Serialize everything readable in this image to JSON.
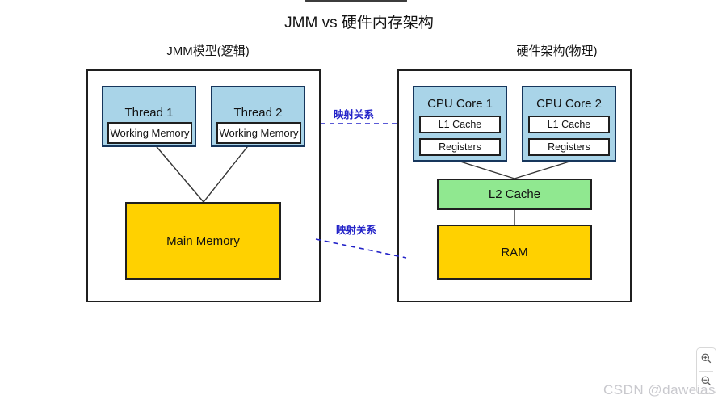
{
  "title": "JMM vs 硬件内存架构",
  "left_panel": {
    "heading": "JMM模型(逻辑)",
    "threads": [
      {
        "name": "Thread 1",
        "inner": "Working Memory"
      },
      {
        "name": "Thread 2",
        "inner": "Working Memory"
      }
    ],
    "main_memory_label": "Main Memory"
  },
  "right_panel": {
    "heading": "硬件架构(物理)",
    "cores": [
      {
        "name": "CPU Core 1",
        "cache": "L1 Cache",
        "registers": "Registers"
      },
      {
        "name": "CPU Core 2",
        "cache": "L1 Cache",
        "registers": "Registers"
      }
    ],
    "l2_cache_label": "L2 Cache",
    "ram_label": "RAM"
  },
  "mappings": [
    {
      "label": "映射关系"
    },
    {
      "label": "映射关系"
    }
  ],
  "watermark": "CSDN @daweias",
  "viewer_controls": {
    "zoom_in_icon": "magnifier-plus",
    "zoom_out_icon": "magnifier-minus"
  },
  "colors": {
    "box_blue": "#A9D4E8",
    "box_blue_border": "#16365C",
    "memory_yellow": "#FFD100",
    "cache_green": "#90E890",
    "mapping_blue": "#2323C8",
    "line_dark": "#333333",
    "watermark_gray": "#C9C9CE"
  }
}
